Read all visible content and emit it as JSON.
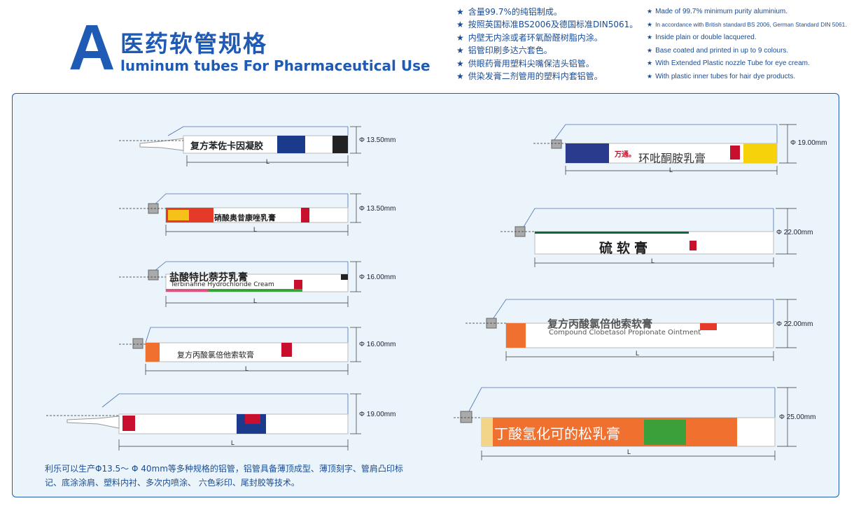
{
  "header": {
    "letter": "A",
    "title_cn": "医药软管规格",
    "title_en": "luminum tubes For Pharmaceutical Use"
  },
  "features_cn": [
    "含量99.7%的纯铝制成。",
    "按照英国标准BS2006及德国标准DIN5061。",
    "内壁无内涂或者环氧酚醛树脂内涂。",
    "铝管印刷多达六套色。",
    "供眼药膏用塑料尖嘴保洁头铝管。",
    "供染发膏二剂管用的塑料内套铝管。"
  ],
  "features_en": [
    "Made of 99.7% minimum purity aluminium.",
    "In accordance with British standard BS 2006, German Standard DIN 5061.",
    "Inside plain or double lacquered.",
    "Base coated and printed in up to 9 colours.",
    "With Extended Plastic nozzle Tube for eye cream.",
    "With plastic inner tubes for hair dye products."
  ],
  "icons": {
    "star": "star-icon"
  },
  "colors": {
    "brand": "#1f5ab4",
    "panel_bg": "#eaf4fa"
  },
  "tubes": [
    {
      "label": "复方苯佐卡因凝胶",
      "sub": "",
      "dim": "Φ 13.50mm",
      "len": "L"
    },
    {
      "label": "硝酸奥昔康唑乳膏",
      "sub": "",
      "dim": "Φ 13.50mm",
      "len": "L"
    },
    {
      "label": "盐酸特比萘芬乳膏",
      "sub": "Terbinafine Hydrochloride Cream",
      "dim": "Φ 16.00mm",
      "len": "L"
    },
    {
      "label": "复方丙酸氯倍他索软膏",
      "sub": "",
      "dim": "Φ 16.00mm",
      "len": "L"
    },
    {
      "label": "",
      "sub": "",
      "dim": "Φ 19.00mm",
      "len": "L"
    },
    {
      "label": "环吡酮胺乳膏",
      "sub": "万通。",
      "dim": "Φ 19.00mm",
      "len": "L"
    },
    {
      "label": "硫软膏",
      "sub": "",
      "dim": "Φ 22.00mm",
      "len": "L"
    },
    {
      "label": "复方丙酸氯倍他索软膏",
      "sub": "Compound Clobetasol Propionate Ointment",
      "dim": "Φ 22.00mm",
      "len": "L"
    },
    {
      "label": "丁酸氢化可的松乳膏",
      "sub": "",
      "dim": "Φ 25.00mm",
      "len": "L"
    }
  ],
  "bottom_note": "利乐可以生产Φ13.5～ Φ 40mm等多种规格的铝管，铝管具备薄顶成型、薄顶刻字、管肩凸印标记、底涂涂肩、塑料内衬、多次内喷涂、 六色彩印、尾封胶等技术。"
}
